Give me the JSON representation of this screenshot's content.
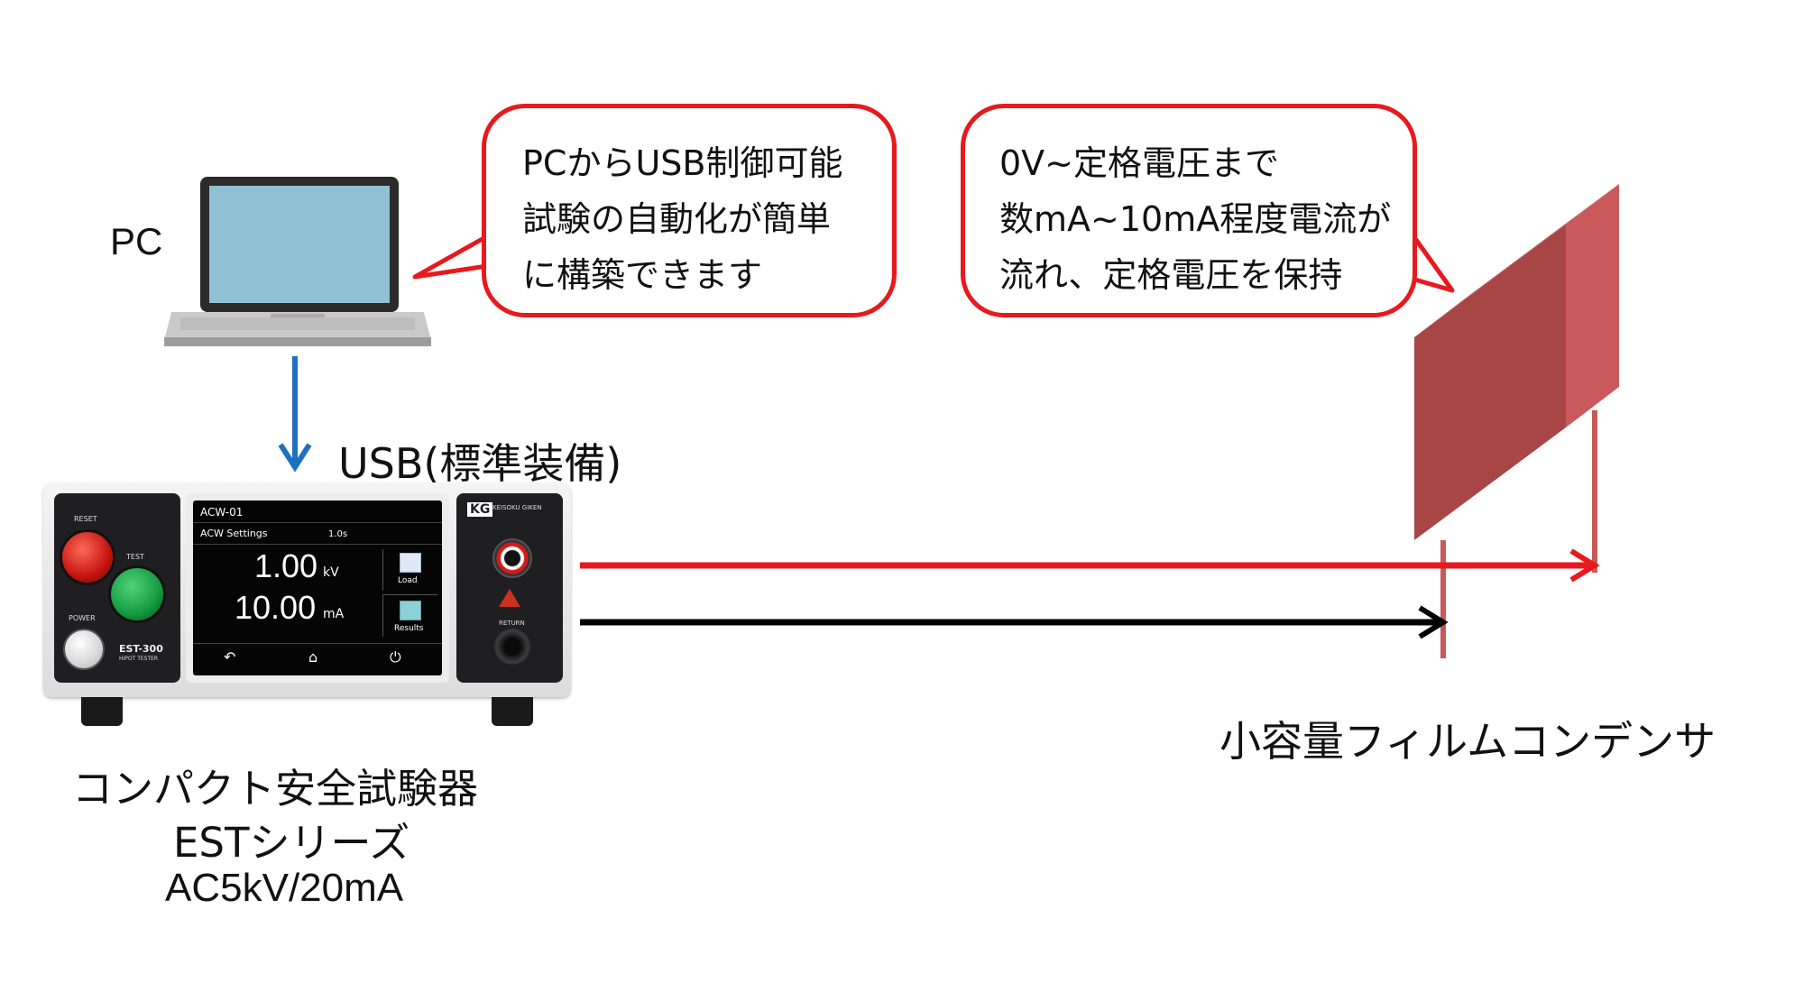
{
  "labels": {
    "pc": "PC",
    "usb": "USB(標準装備)",
    "tester_name": "コンパクト安全試験器",
    "tester_series": "ESTシリーズ",
    "tester_spec": "AC5kV/20mA",
    "capacitor": "小容量フィルムコンデンサ"
  },
  "bubble_left": {
    "lines": [
      "PCからUSB制御可能",
      "試験の自動化が簡単",
      "に構築できます"
    ]
  },
  "bubble_right": {
    "lines": [
      "0V~定格電圧まで",
      "数mA~10mA程度電流が",
      "流れ、定格電圧を保持"
    ]
  },
  "tester": {
    "reset": "RESET",
    "test": "TEST",
    "power": "POWER",
    "model": "EST-300",
    "model_sub": "HIPOT TESTER",
    "brand": "KG",
    "brand_name": "KEISOKU GIKEN",
    "return": "RETURN",
    "screen": {
      "title": "ACW-01",
      "subtitle": "ACW Settings",
      "time": "1.0s",
      "voltage": "1.00",
      "voltage_unit": "kV",
      "current": "10.00",
      "current_unit": "mA",
      "load": "Load",
      "results": "Results"
    }
  },
  "colors": {
    "bubble_border": "#e8191c",
    "usb_arrow": "#1f6fc1",
    "hv_wire": "#e8191c",
    "return_wire": "#000000",
    "capacitor_front": "#a84646",
    "capacitor_side": "#c9595a",
    "capacitor_top": "#b64e4e"
  },
  "icons": {
    "pc": "laptop-icon",
    "test_button": "green-button",
    "reset_button": "red-button"
  }
}
